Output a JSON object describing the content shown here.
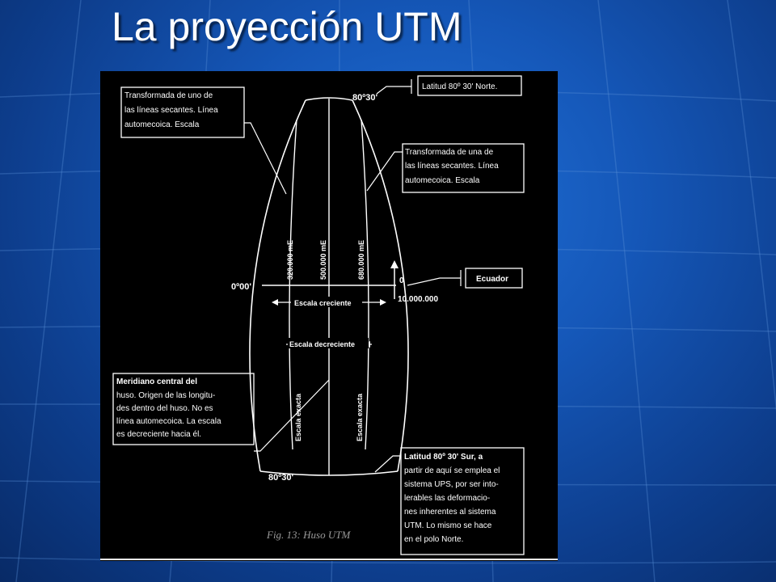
{
  "slide": {
    "title": "La proyección UTM"
  },
  "figure": {
    "top_lat": "80º30'",
    "bottom_lat": "80º30'",
    "equator_lon": "0º00'",
    "meridian_left": "320.000 mE",
    "meridian_center": "500.000 mE",
    "meridian_right": "680.000 mE",
    "north_value": "0",
    "south_value": "10.000.000",
    "scale_increasing": "Escala creciente",
    "scale_decreasing": "Escala decreciente",
    "exact_scale_left": "Escala exacta",
    "exact_scale_right": "Escala exacta",
    "caption": "Fig. 13: Huso UTM",
    "boxes": {
      "top_left": [
        "Transformada de uno de",
        "las líneas secantes. Línea",
        "automecoica.          Escala"
      ],
      "top_right_latitude": "Latitud 80º 30' Norte.",
      "mid_right": [
        "Transformada de una de",
        "las líneas secantes. Línea",
        "automecoica.          Escala"
      ],
      "equator": "Ecuador",
      "bottom_left": [
        "Meridiano   central   del",
        "huso. Origen de las longitu-",
        "des dentro del huso. No es",
        "línea automecoica. La escala",
        "es decreciente hacia él."
      ],
      "bottom_right": [
        "Latitud 80º 30' Sur, a",
        "partir de aquí se emplea el",
        "sistema UPS, por ser into-",
        "lerables las deformacio-",
        "nes inherentes al sistema",
        "UTM. Lo mismo se hace",
        "en el polo Norte."
      ]
    }
  }
}
